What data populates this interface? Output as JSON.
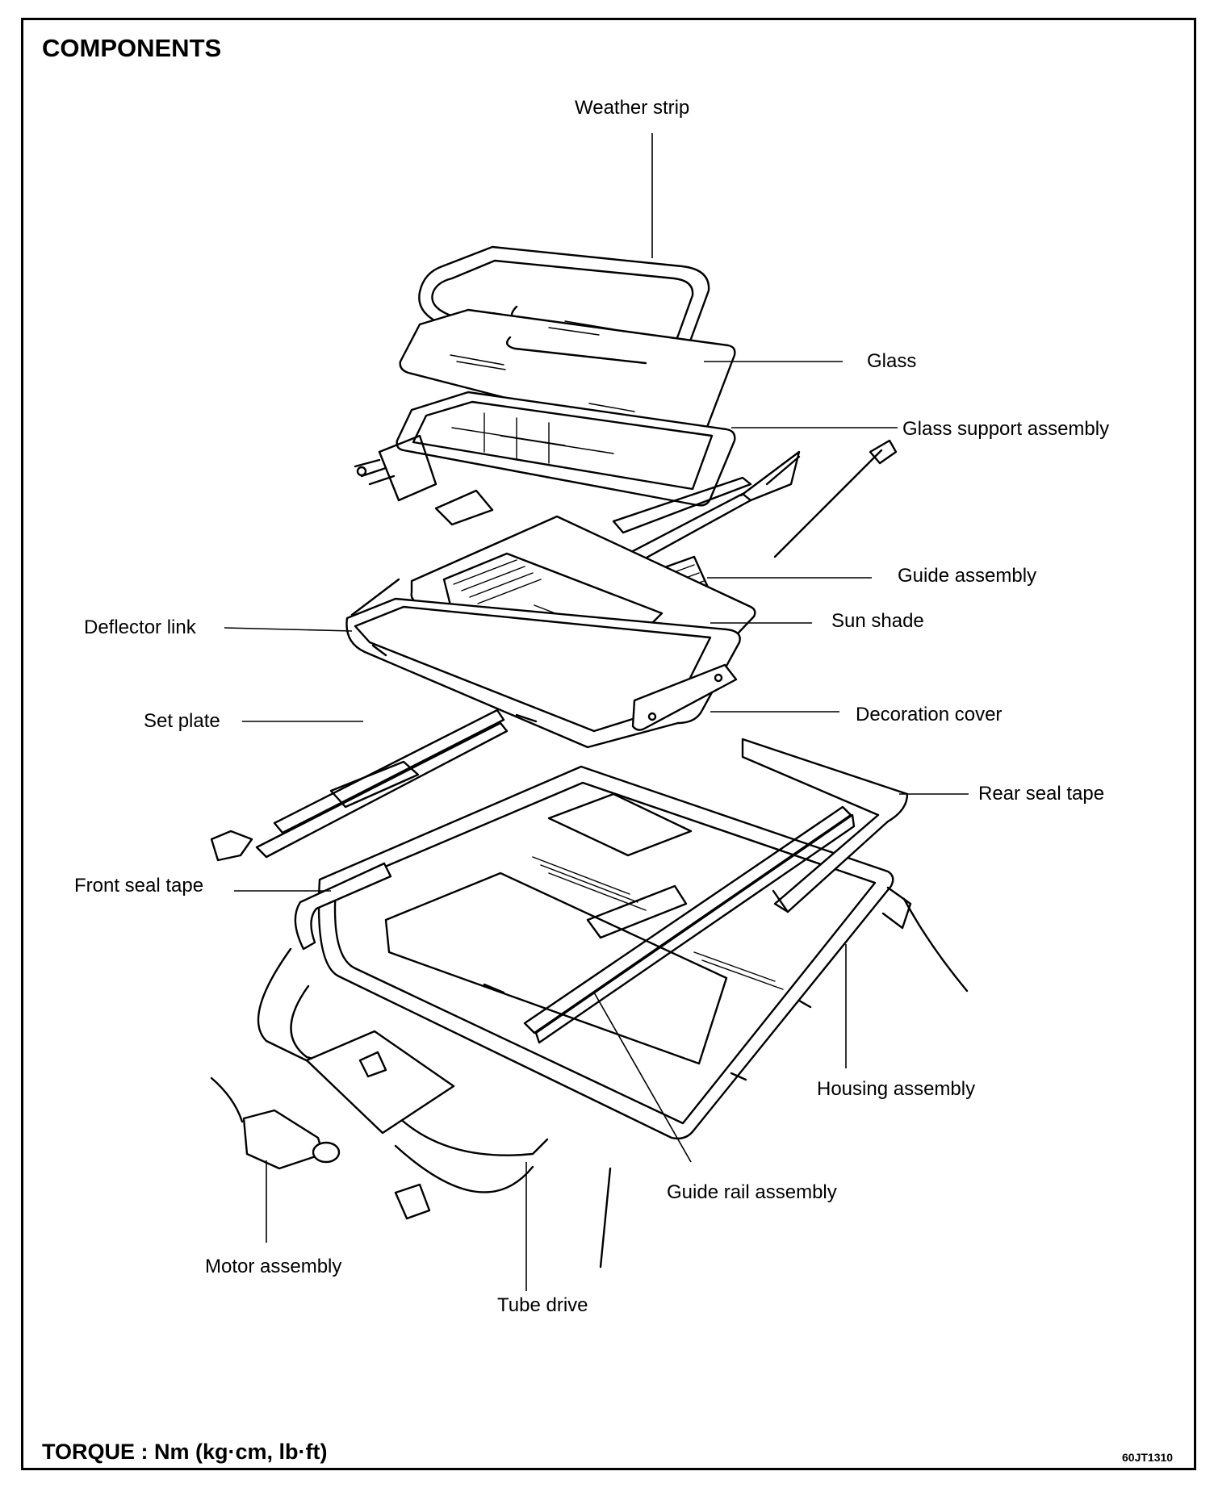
{
  "title": "COMPONENTS",
  "footer": "TORQUE : Nm (kg·cm, lb·ft)",
  "figure_code": "60JT1310",
  "labels": {
    "weather_strip": "Weather strip",
    "glass": "Glass",
    "glass_support_assembly": "Glass support assembly",
    "guide_assembly": "Guide assembly",
    "deflector_link": "Deflector link",
    "sun_shade": "Sun shade",
    "set_plate": "Set plate",
    "decoration_cover": "Decoration cover",
    "rear_seal_tape": "Rear seal tape",
    "front_seal_tape": "Front seal tape",
    "housing_assembly": "Housing assembly",
    "guide_rail_assembly": "Guide rail assembly",
    "motor_assembly": "Motor assembly",
    "tube_drive": "Tube drive"
  }
}
